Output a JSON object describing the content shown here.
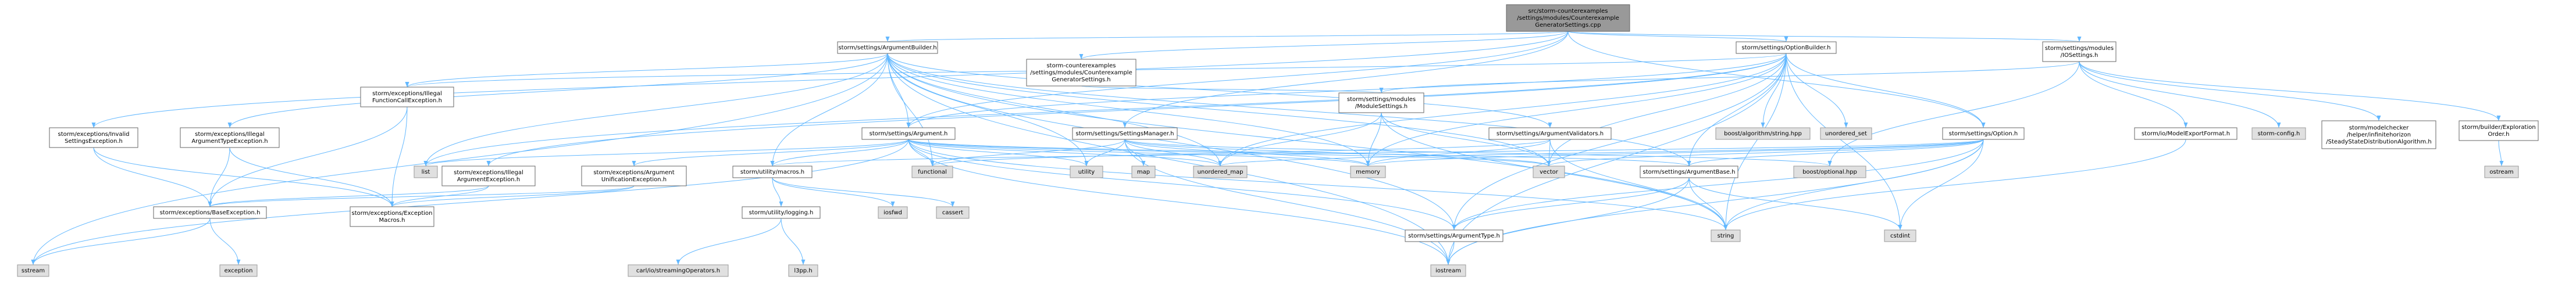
{
  "nodes": {
    "root": "src/storm-counterexamples\n/settings/modules/Counterexample\nGeneratorSettings.cpp",
    "argument_builder": "storm/settings/ArgumentBuilder.h",
    "ce_settings_h": "storm-counterexamples\n/settings/modules/Counterexample\nGeneratorSettings.h",
    "option_builder": "storm/settings/OptionBuilder.h",
    "io_settings": "storm/settings/modules\n/IOSettings.h",
    "invalid_settings_exc": "storm/exceptions/Invalid\nSettingsException.h",
    "illegal_arg_type_exc": "storm/exceptions/Illegal\nArgumentTypeException.h",
    "illegal_fcall_exc": "storm/exceptions/Illegal\nFunctionCallException.h",
    "argument_h": "storm/settings/Argument.h",
    "settings_manager": "storm/settings/SettingsManager.h",
    "module_settings": "storm/settings/modules\n/ModuleSettings.h",
    "argument_validators": "storm/settings/ArgumentValidators.h",
    "option_h": "storm/settings/Option.h",
    "model_export_format": "storm/io/ModelExportFormat.h",
    "storm_config": "storm-config.h",
    "sshelper": "storm/modelchecker\n/helper/infinitehorizon\n/SteadyStateDistributionAlgorithm.h",
    "exploration_order": "storm/builder/Exploration\nOrder.h",
    "boost_string": "boost/algorithm/string.hpp",
    "unordered_set": "unordered_set",
    "list": "list",
    "illegal_arg_exc": "storm/exceptions/Illegal\nArgumentException.h",
    "arg_unification_exc": "storm/exceptions/Argument\nUnificationException.h",
    "functional": "functional",
    "utility": "utility",
    "map": "map",
    "unordered_map": "unordered_map",
    "memory": "memory",
    "vector": "vector",
    "boost_optional": "boost/optional.hpp",
    "argument_base": "storm/settings/ArgumentBase.h",
    "utility_macros": "storm/utility/macros.h",
    "base_exception": "storm/exceptions/BaseException.h",
    "exception_macros": "storm/exceptions/Exception\nMacros.h",
    "sstream": "sstream",
    "exception": "exception",
    "logging": "storm/utility/logging.h",
    "iosfwd": "iosfwd",
    "cassert": "cassert",
    "carl_streaming": "carl/io/streamingOperators.h",
    "l3pp": "l3pp.h",
    "argument_type": "storm/settings/ArgumentType.h",
    "iostream": "iostream",
    "string": "string",
    "cstdint": "cstdint",
    "ostream": "ostream"
  },
  "colors": {
    "edge": "#63b8ff",
    "external_fill": "#e0e0e0",
    "root_fill": "#999999",
    "border": "#666666"
  }
}
